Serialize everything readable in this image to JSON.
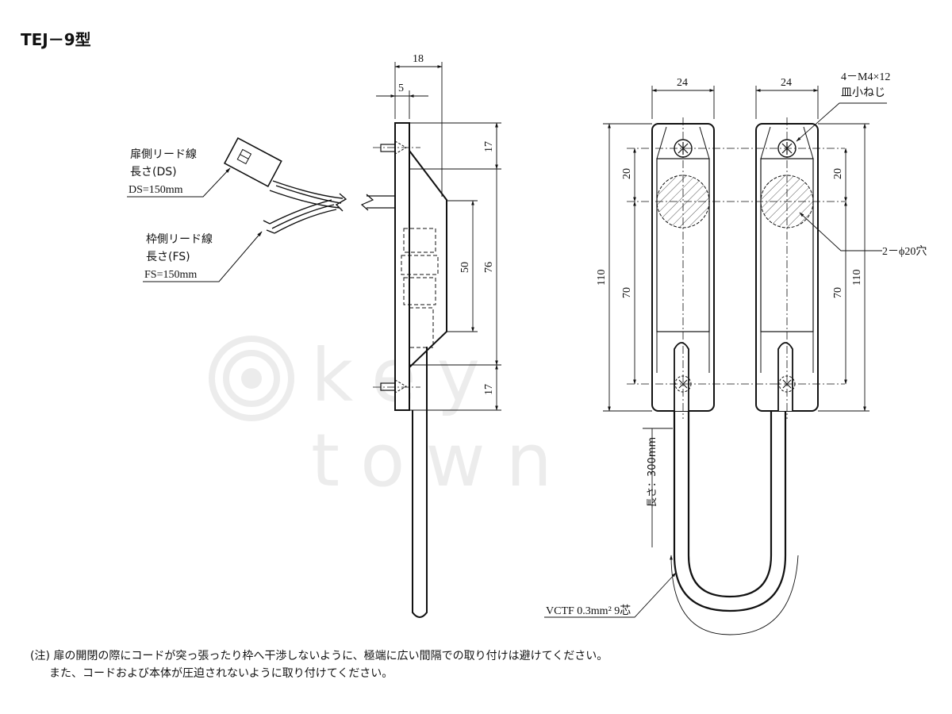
{
  "title": "TEJ－9型",
  "watermark": "key town",
  "dims": {
    "top_width_18": "18",
    "top_width_5": "5",
    "side_17_top": "17",
    "side_50": "50",
    "side_76": "76",
    "side_17_bottom": "17",
    "left_width_24": "24",
    "right_width_24": "24",
    "left_20": "20",
    "right_20": "20",
    "left_70": "70",
    "right_70": "70",
    "left_110": "110",
    "right_110": "110"
  },
  "labels": {
    "door_lead_1": "扉側リード線",
    "door_lead_2": "長さ(DS)",
    "door_lead_3": "DS=150mm",
    "frame_lead_1": "枠側リード線",
    "frame_lead_2": "長さ(FS)",
    "frame_lead_3": "FS=150mm",
    "screw_1": "4－M4×12",
    "screw_2": "皿小ねじ",
    "hole": "2－ϕ20穴",
    "cable_length": "長さ：300mm",
    "cable_spec": "VCTF 0.3mm² 9芯"
  },
  "notes": [
    "(注) 扉の開閉の際にコードが突っ張ったり枠へ干渉しないように、極端に広い間隔での取り付けは避けてください。",
    "また、コードおよび本体が圧迫されないように取り付けてください。"
  ]
}
